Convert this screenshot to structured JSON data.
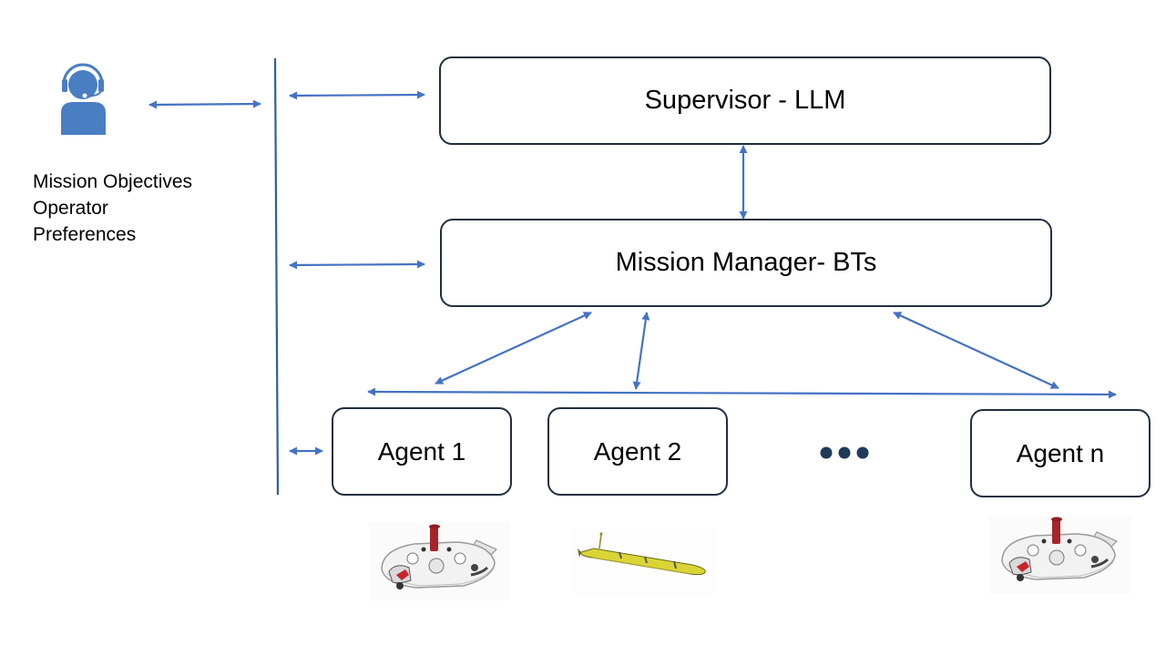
{
  "operator": {
    "icon": "operator-headset-icon",
    "notes": [
      "Mission Objectives",
      "Operator",
      "Preferences"
    ]
  },
  "boxes": {
    "supervisor": "Supervisor - LLM",
    "mission_manager": "Mission Manager- BTs",
    "agent_1": "Agent 1",
    "agent_2": "Agent 2",
    "agent_n": "Agent n"
  },
  "agent_images": {
    "agent_1": "hovering-auv-icon",
    "agent_2": "torpedo-auv-icon",
    "agent_n": "hovering-auv-icon"
  },
  "colors": {
    "arrow": "#4472c4",
    "box_border": "#1f2f3f",
    "operator_icon": "#4a7ec3",
    "ellipsis_dots": "#1f3b5a",
    "auv_body": "#f2f2f2",
    "auv_mast": "#a6242a",
    "torpedo_body": "#d9d535"
  }
}
